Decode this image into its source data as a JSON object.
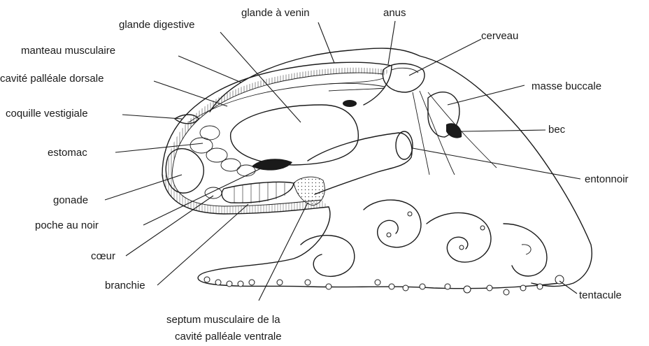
{
  "labels": {
    "glande_digestive": "glande digestive",
    "glande_a_venin": "glande à venin",
    "anus": "anus",
    "cerveau": "cerveau",
    "manteau_musculaire": "manteau musculaire",
    "cavite_palleale_dorsale": "cavité palléale dorsale",
    "masse_buccale": "masse buccale",
    "coquille_vestigiale": "coquille vestigiale",
    "bec": "bec",
    "estomac": "estomac",
    "entonnoir": "entonnoir",
    "gonade": "gonade",
    "poche_au_noir": "poche au noir",
    "coeur": "cœur",
    "branchie": "branchie",
    "tentacule": "tentacule",
    "septum_line1": "septum musculaire de la",
    "septum_line2": "cavité palléale ventrale"
  },
  "colors": {
    "ink": "#1a1a1a",
    "background": "#ffffff"
  }
}
